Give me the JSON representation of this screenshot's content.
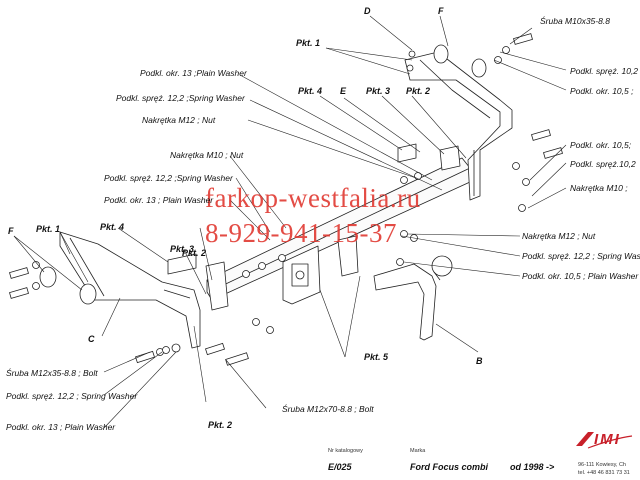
{
  "labels": {
    "sruba_m10x35": "Śruba M10x35-8.8",
    "podkl_sprez_102_right": "Podkl. spręż. 10,2",
    "podkl_okr_105_right": "Podkl. okr. 10,5 ;",
    "podkl_okr_13_top": "Podkl. okr. 13 ;Plain Washer",
    "podkl_sprez_122_top": "Podkl. spręż. 12,2 ;Spring Washer",
    "nakretka_m12_top": "Nakrętka  M12 ; Nut",
    "nakretka_m10_left": "Nakrętka  M10 ; Nut",
    "podkl_sprez_122_mid": "Podkl. spręż. 12,2 ;Spring Washer",
    "podkl_okr_13_mid": "Podkl. okr. 13 ; Plain Washer",
    "podkl_okr_105_r2": "Podkl. okr. 10,5;",
    "podkl_sprez_102_r2": "Podkl. spręż.10,2",
    "nakretka_m10_right": "Nakrętka  M10 ;",
    "nakretka_m12_right": "Nakrętka  M12 ; Nut",
    "podkl_sprez_122_right": "Podkl. spręż. 12,2 ; Spring Wash",
    "podkl_okr_105_plain": "Podkl. okr. 10,5 ; Plain Washer",
    "sruba_m12x35": "Śruba M12x35-8.8    ;  Bolt",
    "podkl_sprez_122_bottom": "Podkl. spręż. 12,2 ; Spring Washer",
    "podkl_okr_13_bottom": "Podkl. okr. 13 ; Plain Washer",
    "sruba_m12x70": "Śruba M12x70-8.8   ;  Bolt"
  },
  "markers": {
    "pkt1": "Pkt. 1",
    "pkt2": "Pkt. 2",
    "pkt3": "Pkt. 3",
    "pkt4": "Pkt. 4",
    "pkt5": "Pkt. 5",
    "letter_d": "D",
    "letter_f": "F",
    "letter_e": "E",
    "letter_c": "C",
    "letter_b": "B"
  },
  "watermark": {
    "site": "farkop-westfalia.ru",
    "phone": "8-929-941-15-37"
  },
  "footer": {
    "catalog_caption": "Nr katalogowy",
    "catalog_number": "E/025",
    "brand_caption": "Marka",
    "model": "Ford Focus combi",
    "since": "od 1998 ->",
    "logo_text": "IMI",
    "address": "96-111 Kowiesy, Ch",
    "phone": "tel. +48 46 831 73 31"
  },
  "colors": {
    "watermark": "#e0342c",
    "logo": "#c8202a",
    "line": "#222222"
  }
}
